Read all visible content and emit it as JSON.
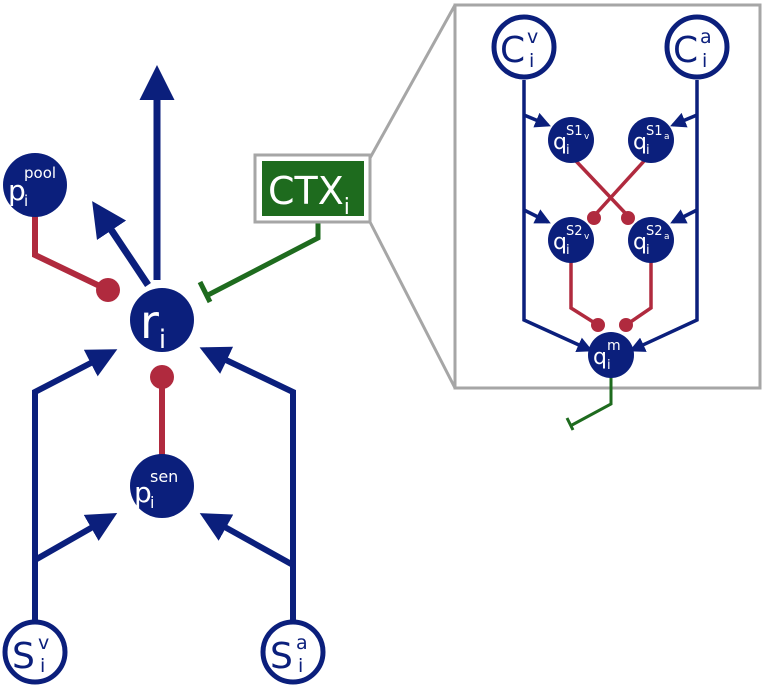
{
  "colors": {
    "excitatory": "#0b1f7c",
    "inhibitory": "#b02a3e",
    "context": "#1e6b1e",
    "box_border": "#a6a6a6",
    "node_text": "#ffffff"
  },
  "nodes": {
    "r": {
      "base": "r",
      "sub": "i"
    },
    "p_pool": {
      "base": "p",
      "sub": "i",
      "sup": "pool"
    },
    "p_sen": {
      "base": "p",
      "sub": "i",
      "sup": "sen"
    },
    "s_v": {
      "base": "S",
      "sub": "i",
      "sup": "v"
    },
    "s_a": {
      "base": "S",
      "sub": "i",
      "sup": "a"
    },
    "ctx": {
      "base": "CTX",
      "sub": "i"
    },
    "c_v": {
      "base": "C",
      "sub": "i",
      "sup": "v"
    },
    "c_a": {
      "base": "C",
      "sub": "i",
      "sup": "a"
    },
    "q_s1v": {
      "base": "q",
      "sub": "i",
      "sup": "S1",
      "supsub": "v"
    },
    "q_s1a": {
      "base": "q",
      "sub": "i",
      "sup": "S1",
      "supsub": "a"
    },
    "q_s2v": {
      "base": "q",
      "sub": "i",
      "sup": "S2",
      "supsub": "v"
    },
    "q_s2a": {
      "base": "q",
      "sub": "i",
      "sup": "S2",
      "supsub": "a"
    },
    "q_m": {
      "base": "q",
      "sub": "i",
      "sup": "m"
    }
  }
}
